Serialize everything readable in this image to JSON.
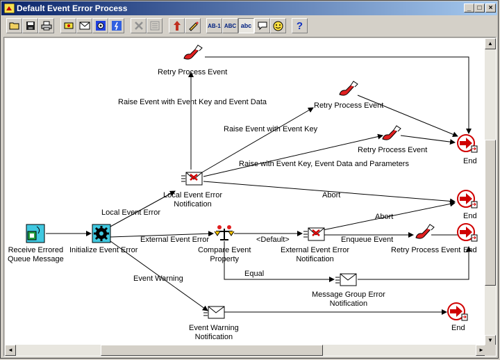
{
  "window": {
    "title": "Default Event Error Process",
    "minimize_glyph": "_",
    "restore_glyph": "□",
    "close_glyph": "×"
  },
  "toolbar": {
    "buttons": [
      {
        "name": "open-folder",
        "icon": "folder-icon"
      },
      {
        "name": "save",
        "icon": "floppy-icon"
      },
      {
        "name": "print",
        "icon": "printer-icon"
      },
      {
        "name": "new-process",
        "icon": "process-icon"
      },
      {
        "name": "new-notification",
        "icon": "envelope-icon"
      },
      {
        "name": "new-function",
        "icon": "gear-icon"
      },
      {
        "name": "new-event",
        "icon": "event-icon"
      },
      {
        "name": "delete",
        "icon": "delete-icon"
      },
      {
        "name": "properties",
        "icon": "properties-icon"
      },
      {
        "name": "select",
        "icon": "arrow-up-icon"
      },
      {
        "name": "draw-transition",
        "icon": "pencil-icon"
      },
      {
        "name": "label-internal-name",
        "label": "AB-1"
      },
      {
        "name": "label-display-name",
        "label": "ABC"
      },
      {
        "name": "label-lowercase",
        "label": "abc"
      },
      {
        "name": "comment",
        "icon": "speech-bubble-icon"
      },
      {
        "name": "smiley",
        "icon": "smiley-icon"
      },
      {
        "name": "help",
        "label": "?"
      }
    ]
  },
  "diagram": {
    "nodes": {
      "receive": "Receive Errored\nQueue Message",
      "initialize": "Initialize Event Error",
      "local_notification": "Local Event Error\nNotification",
      "retry_top": "Retry Process Event",
      "retry_mid": "Retry Process Event",
      "retry_low": "Retry Process Event",
      "end1": "End",
      "end2": "End",
      "end3": "End",
      "end4": "End",
      "compare": "Compare Event\nProperty",
      "external_notification": "External Event Error\nNotification",
      "retry_external": "Retry Process Event",
      "message_group": "Message Group Error\nNotification",
      "warning_notification": "Event Warning\nNotification"
    },
    "transitions": {
      "raise_key_data": "Raise Event with Event Key and Event Data",
      "raise_key": "Raise Event with Event Key",
      "raise_key_data_params": "Raise with Event Key, Event Data and Parameters",
      "abort_local": "Abort",
      "local_error": "Local Event Error",
      "external_error": "External Event Error",
      "default": "<Default>",
      "abort_external": "Abort",
      "enqueue": "Enqueue Event",
      "equal": "Equal",
      "warning": "Event Warning"
    }
  }
}
